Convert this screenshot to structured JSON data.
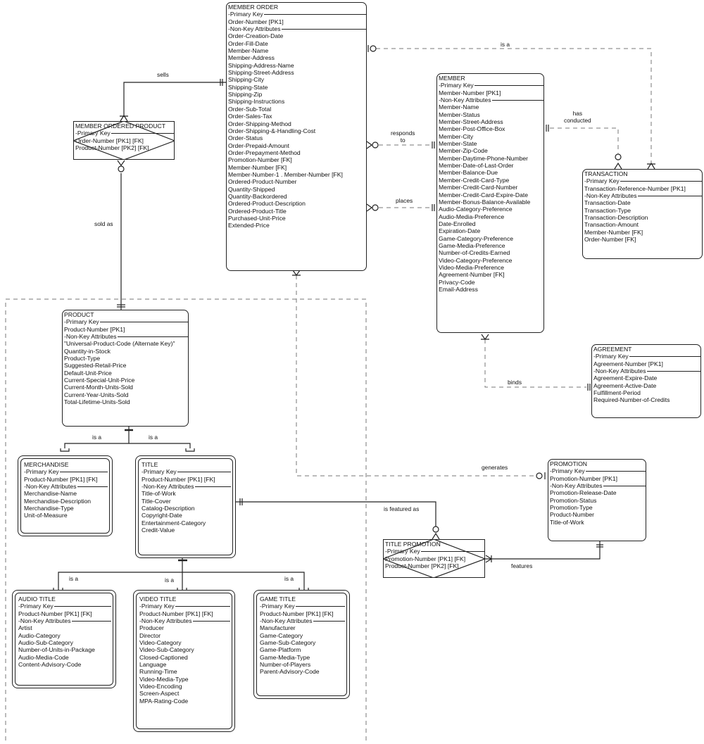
{
  "diagram": {
    "type": "entity-relationship",
    "section_labels": {
      "primary_key": "-Primary Key",
      "non_key": "-Non-Key Attributes"
    },
    "entities": {
      "member_order": {
        "title": "MEMBER ORDER",
        "primary_key": [
          "Order-Number  [PK1]"
        ],
        "attributes": [
          "Order-Creation-Date",
          "Order-Fill-Date",
          "Member-Name",
          "Member-Address",
          "Shipping-Address-Name",
          "Shipping-Street-Address",
          "Shipping-City",
          "Shipping-State",
          "Shipping-Zip",
          "Shipping-Instructions",
          "Order-Sub-Total",
          "Order-Sales-Tax",
          "Order-Shipping-Method",
          "Order-Shipping-&-Handling-Cost",
          "Order-Status",
          "Order-Prepaid-Amount",
          "Order-Prepayment-Method",
          "Promotion-Number  [FK]",
          "Member-Number  [FK]",
          "Member-Number-1  .  Member-Number  [FK]",
          "Ordered-Product-Number",
          "Quantity-Shipped",
          "Quantity-Backordered",
          "Ordered-Product-Description",
          "Ordered-Product-Title",
          "Purchased-Unit-Price",
          "Extended-Price"
        ]
      },
      "member": {
        "title": "MEMBER",
        "primary_key": [
          "Member-Number  [PK1]"
        ],
        "attributes": [
          "Member-Name",
          "Member-Status",
          "Member-Street-Address",
          "Member-Post-Office-Box",
          "Member-City",
          "Member-State",
          "Member-Zip-Code",
          "Member-Daytime-Phone-Number",
          "Member-Date-of-Last-Order",
          "Member-Balance-Due",
          "Member-Credit-Card-Type",
          "Member-Credit-Card-Number",
          "Member-Credit-Card-Expire-Date",
          "Member-Bonus-Balance-Available",
          "Audio-Category-Preference",
          "Audio-Media-Preference",
          "Date-Enrolled",
          "Expiration-Date",
          "Game-Category-Preference",
          "Game-Media-Preference",
          "Number-of-Credits-Earned",
          "Video-Category-Preference",
          "Video-Media-Preference",
          "Agreement-Number  [FK]",
          "Privacy-Code",
          "Email-Address"
        ]
      },
      "transaction": {
        "title": "TRANSACTION",
        "primary_key": [
          "Transaction-Reference-Number  [PK1]"
        ],
        "attributes": [
          "Transaction-Date",
          "Transaction-Type",
          "Transaction-Description",
          "Transaction-Amount",
          "Member-Number  [FK]",
          "Order-Number  [FK]"
        ]
      },
      "member_ordered_product": {
        "title": "MEMBER ORDERED PRODUCT",
        "primary_key": [
          "Order-Number  [PK1]  [FK]",
          "Product-Number  [PK2]  [FK]"
        ],
        "attributes": []
      },
      "product": {
        "title": "PRODUCT",
        "primary_key": [
          "Product-Number  [PK1]"
        ],
        "attributes": [
          "\"Universal-Product-Code (Alternate Key)\"",
          "Quantity-in-Stock",
          "Product-Type",
          "Suggested-Retail-Price",
          "Default-Unit-Price",
          "Current-Special-Unit-Price",
          "Current-Month-Units-Sold",
          "Current-Year-Units-Sold",
          "Total-Lifetime-Units-Sold"
        ]
      },
      "agreement": {
        "title": "AGREEMENT",
        "primary_key": [
          "Agreement-Number  [PK1]"
        ],
        "attributes": [
          "Agreement-Expire-Date",
          "Agreement-Active-Date",
          "Fulfillment-Period",
          "Required-Number-of-Credits"
        ]
      },
      "merchandise": {
        "title": "MERCHANDISE",
        "primary_key": [
          "Product-Number  [PK1]  [FK]"
        ],
        "attributes": [
          "Merchandise-Name",
          "Merchandise-Description",
          "Merchandise-Type",
          "Unit-of-Measure"
        ]
      },
      "title": {
        "title": "TITLE",
        "primary_key": [
          "Product-Number  [PK1]  [FK]"
        ],
        "attributes": [
          "Title-of-Work",
          "Title-Cover",
          "Catalog-Description",
          "Copyright-Date",
          "Entertainment-Category",
          "Credit-Value"
        ]
      },
      "promotion": {
        "title": "PROMOTION",
        "primary_key": [
          "Promotion-Number  [PK1]"
        ],
        "attributes": [
          "Promotion-Release-Date",
          "Promotion-Status",
          "Promotion-Type",
          "Product-Number",
          "Title-of-Work"
        ]
      },
      "title_promotion": {
        "title": "TITLE PROMOTION",
        "primary_key": [
          "Promotion-Number  [PK1]  [FK]",
          "Product-Number  [PK2]  [FK]"
        ],
        "attributes": []
      },
      "audio_title": {
        "title": "AUDIO TITLE",
        "primary_key": [
          "Product-Number  [PK1]  [FK]"
        ],
        "attributes": [
          "Artist",
          "Audio-Category",
          "Audio-Sub-Category",
          "Number-of-Units-in-Package",
          "Audio-Media-Code",
          "Content-Advisory-Code"
        ]
      },
      "video_title": {
        "title": "VIDEO TITLE",
        "primary_key": [
          "Product-Number  [PK1]  [FK]"
        ],
        "attributes": [
          "Producer",
          "Director",
          "Video-Category",
          "Video-Sub-Category",
          "Closed-Captioned",
          "Language",
          "Running-Time",
          "Video-Media-Type",
          "Video-Encoding",
          "Screen-Aspect",
          "MPA-Rating-Code"
        ]
      },
      "game_title": {
        "title": "GAME TITLE",
        "primary_key": [
          "Product-Number  [PK1]  [FK]"
        ],
        "attributes": [
          "Manufacturer",
          "Game-Category",
          "Game-Sub-Category",
          "Game-Platform",
          "Game-Media-Type",
          "Number-of-Players",
          "Parent-Advisory-Code"
        ]
      }
    },
    "relationships": {
      "sells": "sells",
      "sold_as": "sold as",
      "is_a_transaction": "is a",
      "responds_to": "responds\nto",
      "places": "places",
      "has_conducted": "has\nconducted",
      "binds": "binds",
      "generates": "generates",
      "is_featured_as": "is featured as",
      "features": "features",
      "is_a_merchandise": "is a",
      "is_a_title": "is a",
      "is_a_audio": "is a",
      "is_a_video": "is a",
      "is_a_game": "is a"
    }
  }
}
